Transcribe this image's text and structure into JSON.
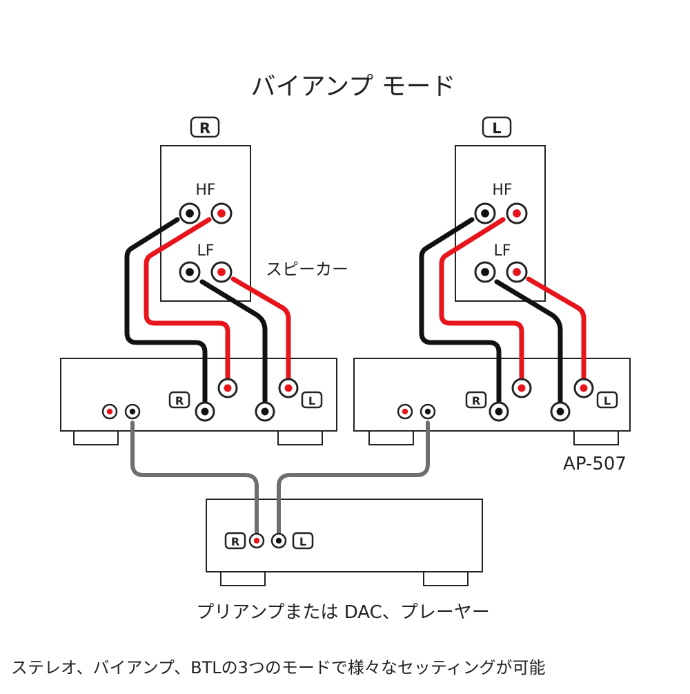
{
  "title": "バイアンプ モード",
  "speaker_label": "スピーカー",
  "model_label": "AP-507",
  "source_label": "プリアンプまたは DAC、プレーヤー",
  "caption": "ステレオ、バイアンプ、BTLの3つのモードで様々なセッティングが可能",
  "speakers": [
    {
      "channel": "R",
      "hf": "HF",
      "lf": "LF"
    },
    {
      "channel": "L",
      "hf": "HF",
      "lf": "LF"
    }
  ],
  "amp_labels": {
    "right": "R",
    "left": "L"
  },
  "source_labels": {
    "right": "R",
    "left": "L"
  },
  "colors": {
    "line": "#222222",
    "positive": "#e8141b",
    "negative": "#111111",
    "signal": "#6e6e6e"
  }
}
